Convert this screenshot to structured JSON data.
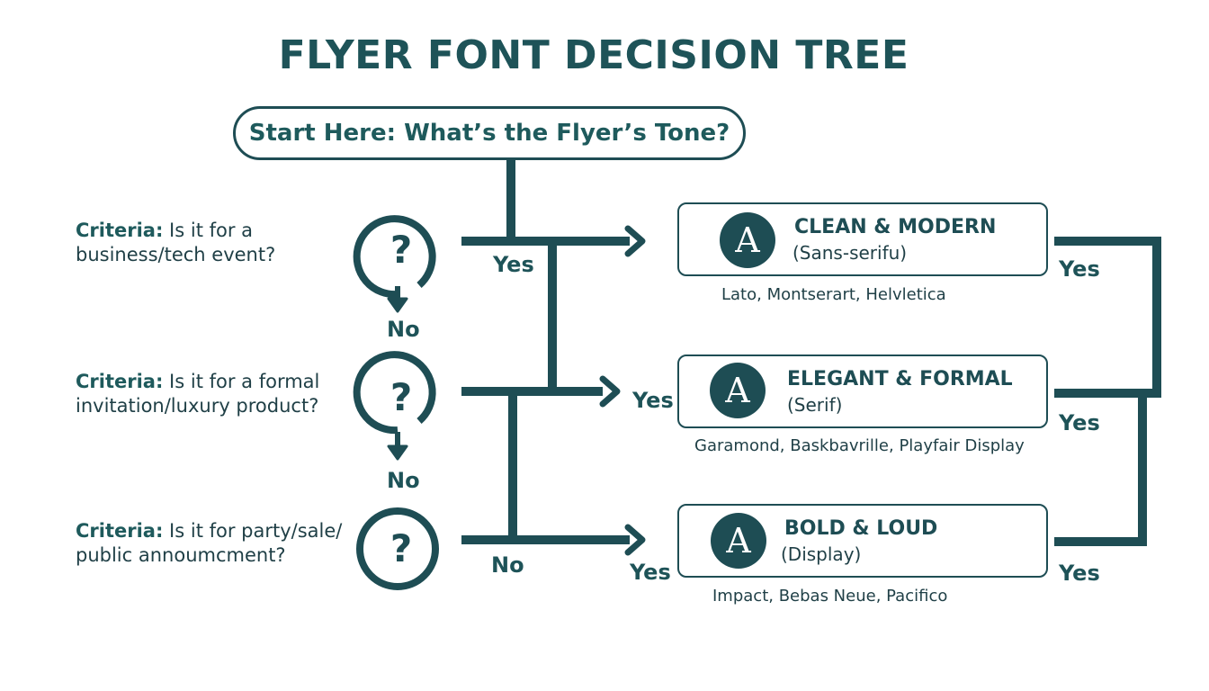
{
  "title": "FLYER FONT DECISION TREE",
  "start": "Start Here: What’s the Flyer’s Tone?",
  "criteria": [
    {
      "prefix": "Criteria:",
      "line1": " Is it for a",
      "line2": "business/tech event?"
    },
    {
      "prefix": "Criteria:",
      "line1": " Is it for a formal",
      "line2": "invitation/luxury product?"
    },
    {
      "prefix": "Criteria:",
      "line1": " Is it for party/sale/",
      "line2": "public annoumcment?"
    }
  ],
  "question_icon": "question-mark-icon",
  "no_label": "No",
  "yes_label": "Yes",
  "cards": [
    {
      "letter": "A",
      "title": "CLEAN & MODERN",
      "subtitle": "(Sans-serifu)",
      "examples": "Lato, Montserart, Helvletica"
    },
    {
      "letter": "A",
      "title": "ELEGANT & FORMAL",
      "subtitle": "(Serif)",
      "examples": "Garamond, Baskbavrille, Playfair Display"
    },
    {
      "letter": "A",
      "title": "BOLD & LOUD",
      "subtitle": "(Display)",
      "examples": "Impact, Bebas Neue, Pacifico"
    }
  ],
  "colors": {
    "primary": "#1e4d54",
    "title": "#1e5358",
    "text": "#1f3f46"
  }
}
